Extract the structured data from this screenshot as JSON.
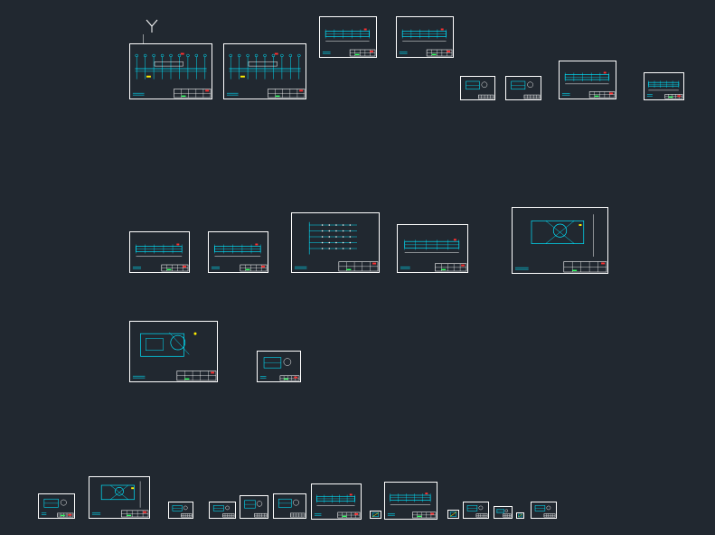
{
  "viewport": {
    "background": "#212830",
    "ucs_icon": "ucs-y-axis-icon",
    "ucs_label": "Y"
  },
  "palette": {
    "frame": "#ffffff",
    "geometry": "#00e5ff",
    "title_block": "#ffffff",
    "accent_red": "#ff3030",
    "accent_yellow": "#ffee00",
    "accent_green": "#30ff60"
  },
  "drawing_sheets": [
    {
      "id": "sheet-01",
      "kind": "elevation-long"
    },
    {
      "id": "sheet-02",
      "kind": "elevation-long"
    },
    {
      "id": "sheet-03",
      "kind": "beam-section"
    },
    {
      "id": "sheet-04",
      "kind": "beam-section"
    },
    {
      "id": "sheet-05",
      "kind": "detail-small"
    },
    {
      "id": "sheet-06",
      "kind": "detail-small"
    },
    {
      "id": "sheet-07",
      "kind": "beam-section"
    },
    {
      "id": "sheet-08",
      "kind": "beam-section"
    },
    {
      "id": "sheet-09",
      "kind": "beam-section"
    },
    {
      "id": "sheet-10",
      "kind": "beam-section"
    },
    {
      "id": "sheet-11",
      "kind": "rebar-schedule"
    },
    {
      "id": "sheet-12",
      "kind": "beam-section"
    },
    {
      "id": "sheet-13",
      "kind": "plan-detail"
    },
    {
      "id": "sheet-14",
      "kind": "plan-circle"
    },
    {
      "id": "sheet-15",
      "kind": "detail-small"
    },
    {
      "id": "sheet-16",
      "kind": "detail-small"
    },
    {
      "id": "sheet-17",
      "kind": "plan-detail"
    },
    {
      "id": "sheet-18",
      "kind": "detail-small"
    },
    {
      "id": "sheet-19",
      "kind": "detail-small"
    },
    {
      "id": "sheet-20",
      "kind": "detail-small"
    },
    {
      "id": "sheet-21",
      "kind": "detail-small"
    },
    {
      "id": "sheet-22",
      "kind": "beam-section"
    },
    {
      "id": "sheet-23",
      "kind": "mark"
    },
    {
      "id": "sheet-24",
      "kind": "beam-section"
    },
    {
      "id": "sheet-25",
      "kind": "mark"
    },
    {
      "id": "sheet-26",
      "kind": "detail-small"
    },
    {
      "id": "sheet-27",
      "kind": "detail-small"
    },
    {
      "id": "sheet-28",
      "kind": "mark"
    },
    {
      "id": "sheet-29",
      "kind": "detail-small"
    }
  ]
}
